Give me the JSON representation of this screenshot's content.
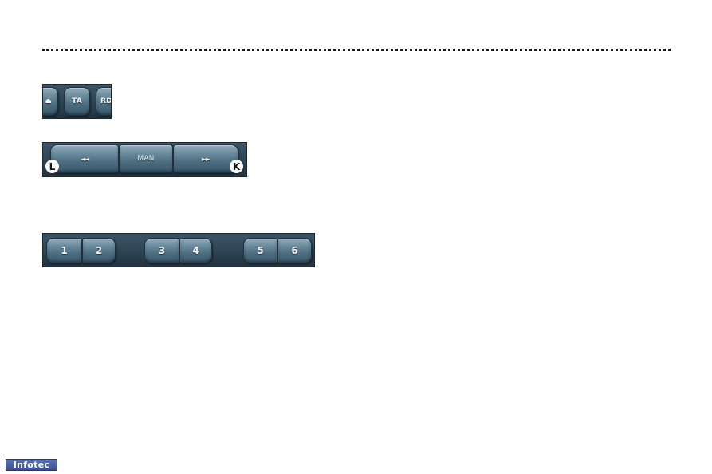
{
  "panel_top": {
    "buttons": [
      {
        "label": "⏏"
      },
      {
        "label": "TA"
      },
      {
        "label": "RD"
      }
    ]
  },
  "panel_middle": {
    "buttons": [
      {
        "label": "◄◄"
      },
      {
        "label": "MAN"
      },
      {
        "label": "►►"
      }
    ],
    "badges": {
      "left": "L",
      "right": "K"
    }
  },
  "panel_bottom": {
    "buttons": [
      {
        "label": "1"
      },
      {
        "label": "2"
      },
      {
        "label": "3"
      },
      {
        "label": "4"
      },
      {
        "label": "5"
      },
      {
        "label": "6"
      }
    ]
  },
  "footer": {
    "logo": "Infotec"
  }
}
